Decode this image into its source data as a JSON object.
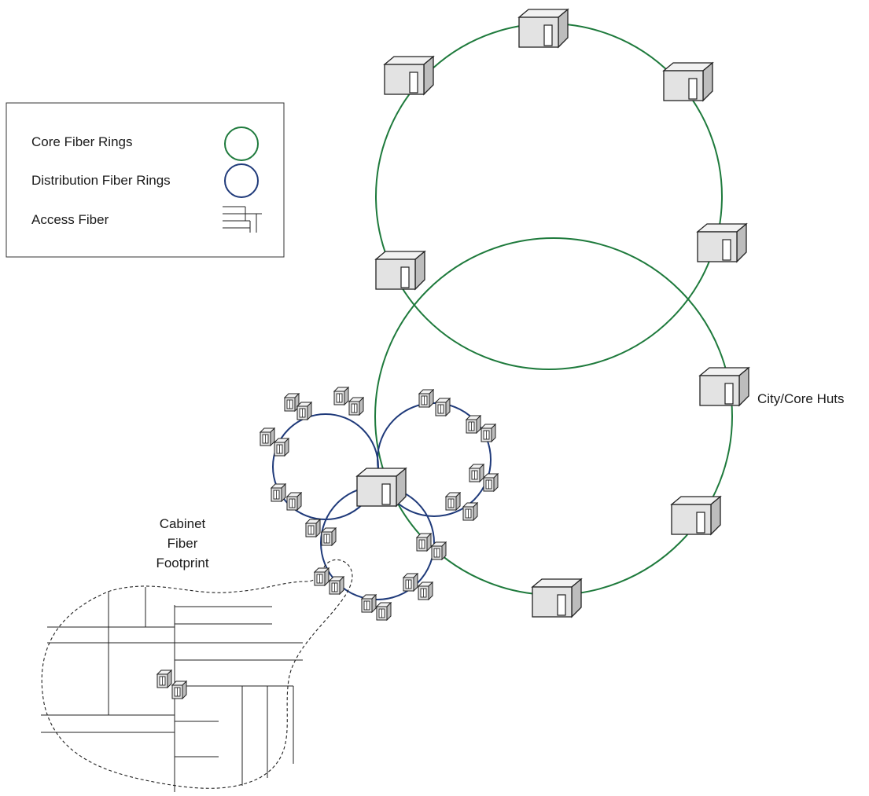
{
  "legend": {
    "items": [
      {
        "label": "Core Fiber Rings",
        "symbol": "core-ring-icon"
      },
      {
        "label": "Distribution Fiber Rings",
        "symbol": "distribution-ring-icon"
      },
      {
        "label": "Access Fiber",
        "symbol": "access-fiber-icon"
      }
    ]
  },
  "labels": {
    "core_huts": "City/Core Huts",
    "cabinet_line1": "Cabinet",
    "cabinet_line2": "Fiber",
    "cabinet_line3": "Footprint"
  },
  "colors": {
    "core_ring": "#1e7a3c",
    "distribution_ring": "#1f3a7a",
    "access_fiber": "#222222",
    "hut_fill": "#dedede",
    "hut_stroke": "#222222"
  }
}
